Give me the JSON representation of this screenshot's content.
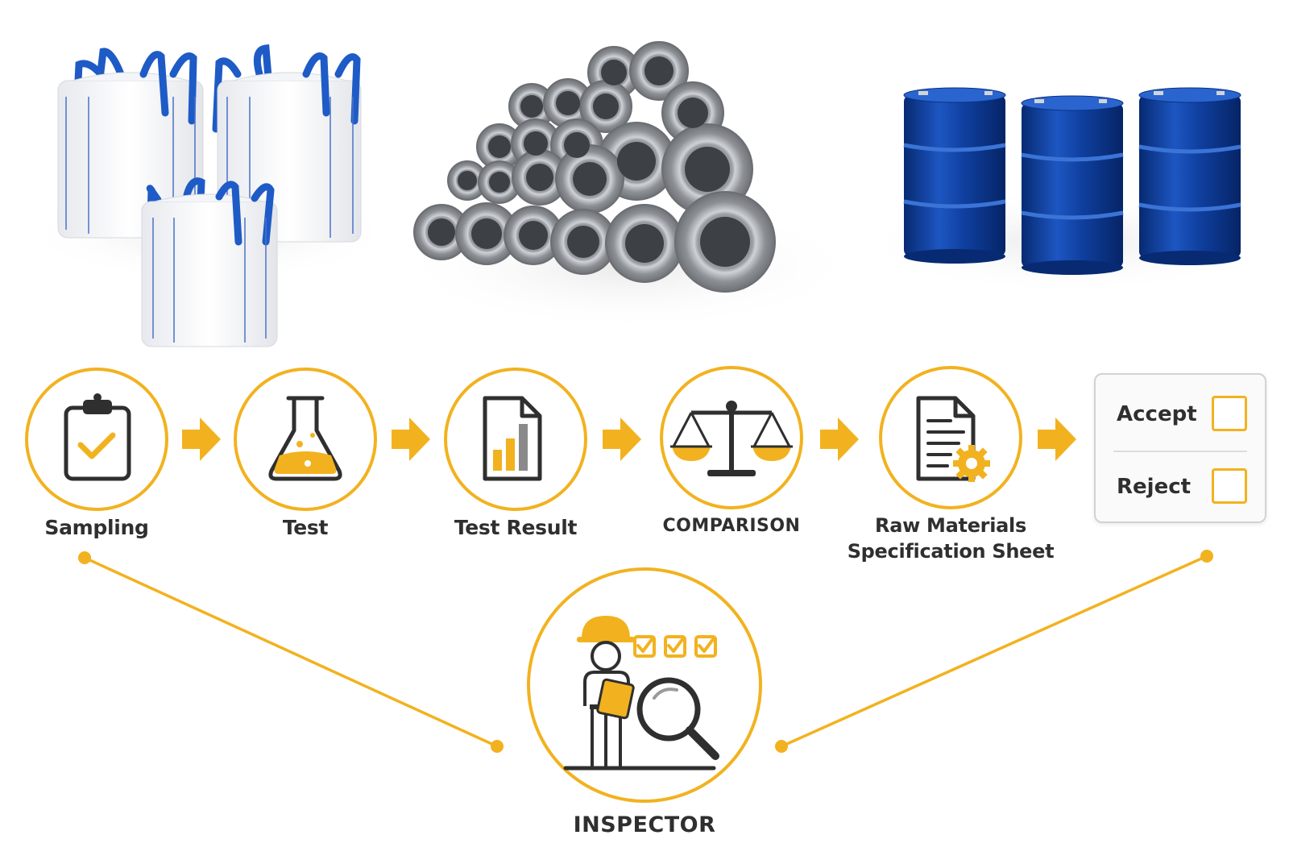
{
  "colors": {
    "accent": "#F2B21F",
    "ink": "#2F2F2F",
    "bag_handle": "#1E5BC6",
    "drum": "#0E3E9A",
    "steel": "#8C8F94"
  },
  "materials": [
    {
      "name": "bulk-bags-icon"
    },
    {
      "name": "steel-wire-coils-icon"
    },
    {
      "name": "blue-drums-icon"
    }
  ],
  "process_steps": [
    {
      "label": "Sampling",
      "icon": "clipboard-check-icon"
    },
    {
      "label": "Test",
      "icon": "flask-icon"
    },
    {
      "label": "Test Result",
      "icon": "report-chart-icon"
    },
    {
      "label": "COMPARISON",
      "icon": "balance-scale-icon"
    },
    {
      "label_line1": "Raw Materials",
      "label_line2": "Specification Sheet",
      "icon": "document-gear-icon"
    }
  ],
  "decision": {
    "accept": "Accept",
    "reject": "Reject"
  },
  "inspector": {
    "label": "INSPECTOR",
    "icon": "inspector-magnifier-icon"
  }
}
